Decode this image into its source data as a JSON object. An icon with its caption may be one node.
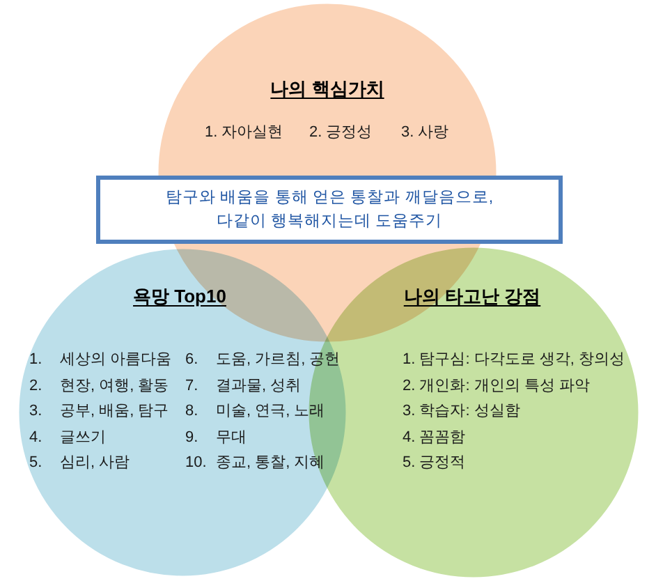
{
  "diagram": {
    "nodes": [
      {
        "text": [
          "나의 핵심가치",
          "1. 자아실현",
          "2. 긍정성",
          "3. 사랑"
        ]
      },
      {
        "text": [
          "탐구와 배움을 통해 얻은 통찰과 깨달음으로, 다같이 행복해지는데 도움주기"
        ]
      },
      {
        "text": [
          "욕망 Top10",
          "1. 세상의 아름다움",
          "2. 현장, 여행, 활동",
          "3. 공부, 배움, 탐구",
          "4. 글쓰기",
          "5. 심리, 사람",
          "6. 도움, 가르침, 공헌",
          "7. 결과물, 성취",
          "8. 미술, 연극, 노래",
          "9. 무대",
          "10. 종교, 통찰, 지혜"
        ]
      },
      {
        "text": [
          "나의 타고난 강점",
          "1. 탐구심: 다각도로 생각, 창의성",
          "2. 개인화: 개인의 특성 파악",
          "3. 학습자: 성실함",
          "4. 꼼꼼함",
          "5. 긍정적"
        ]
      }
    ]
  }
}
